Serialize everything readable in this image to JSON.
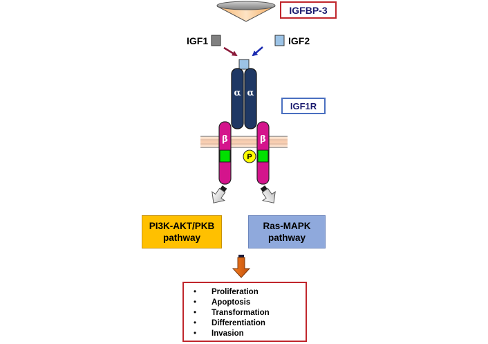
{
  "igfbp": {
    "label": "IGFBP-3"
  },
  "ligands": [
    {
      "label": "IGF1",
      "color": "#808080"
    },
    {
      "label": "IGF2",
      "color": "#9cc3e6"
    }
  ],
  "receptor": {
    "label": "IGF1R",
    "alpha_symbol": "α",
    "beta_symbol": "β",
    "phospho_label": "P",
    "alpha_color": "#1f3864",
    "beta_color": "#d4148c",
    "kinase_color": "#00e000",
    "membrane_color": "#f8cbad"
  },
  "pathways": [
    {
      "line1": "PI3K-AKT/PKB",
      "line2": "pathway",
      "color": "#ffc000"
    },
    {
      "line1": "Ras-MAPK",
      "line2": "pathway",
      "color": "#8fa9dc"
    }
  ],
  "outcomes": {
    "bullet": "•",
    "items": [
      "Proliferation",
      "Apoptosis",
      "Transformation",
      "Differentiation",
      "Invasion"
    ]
  }
}
